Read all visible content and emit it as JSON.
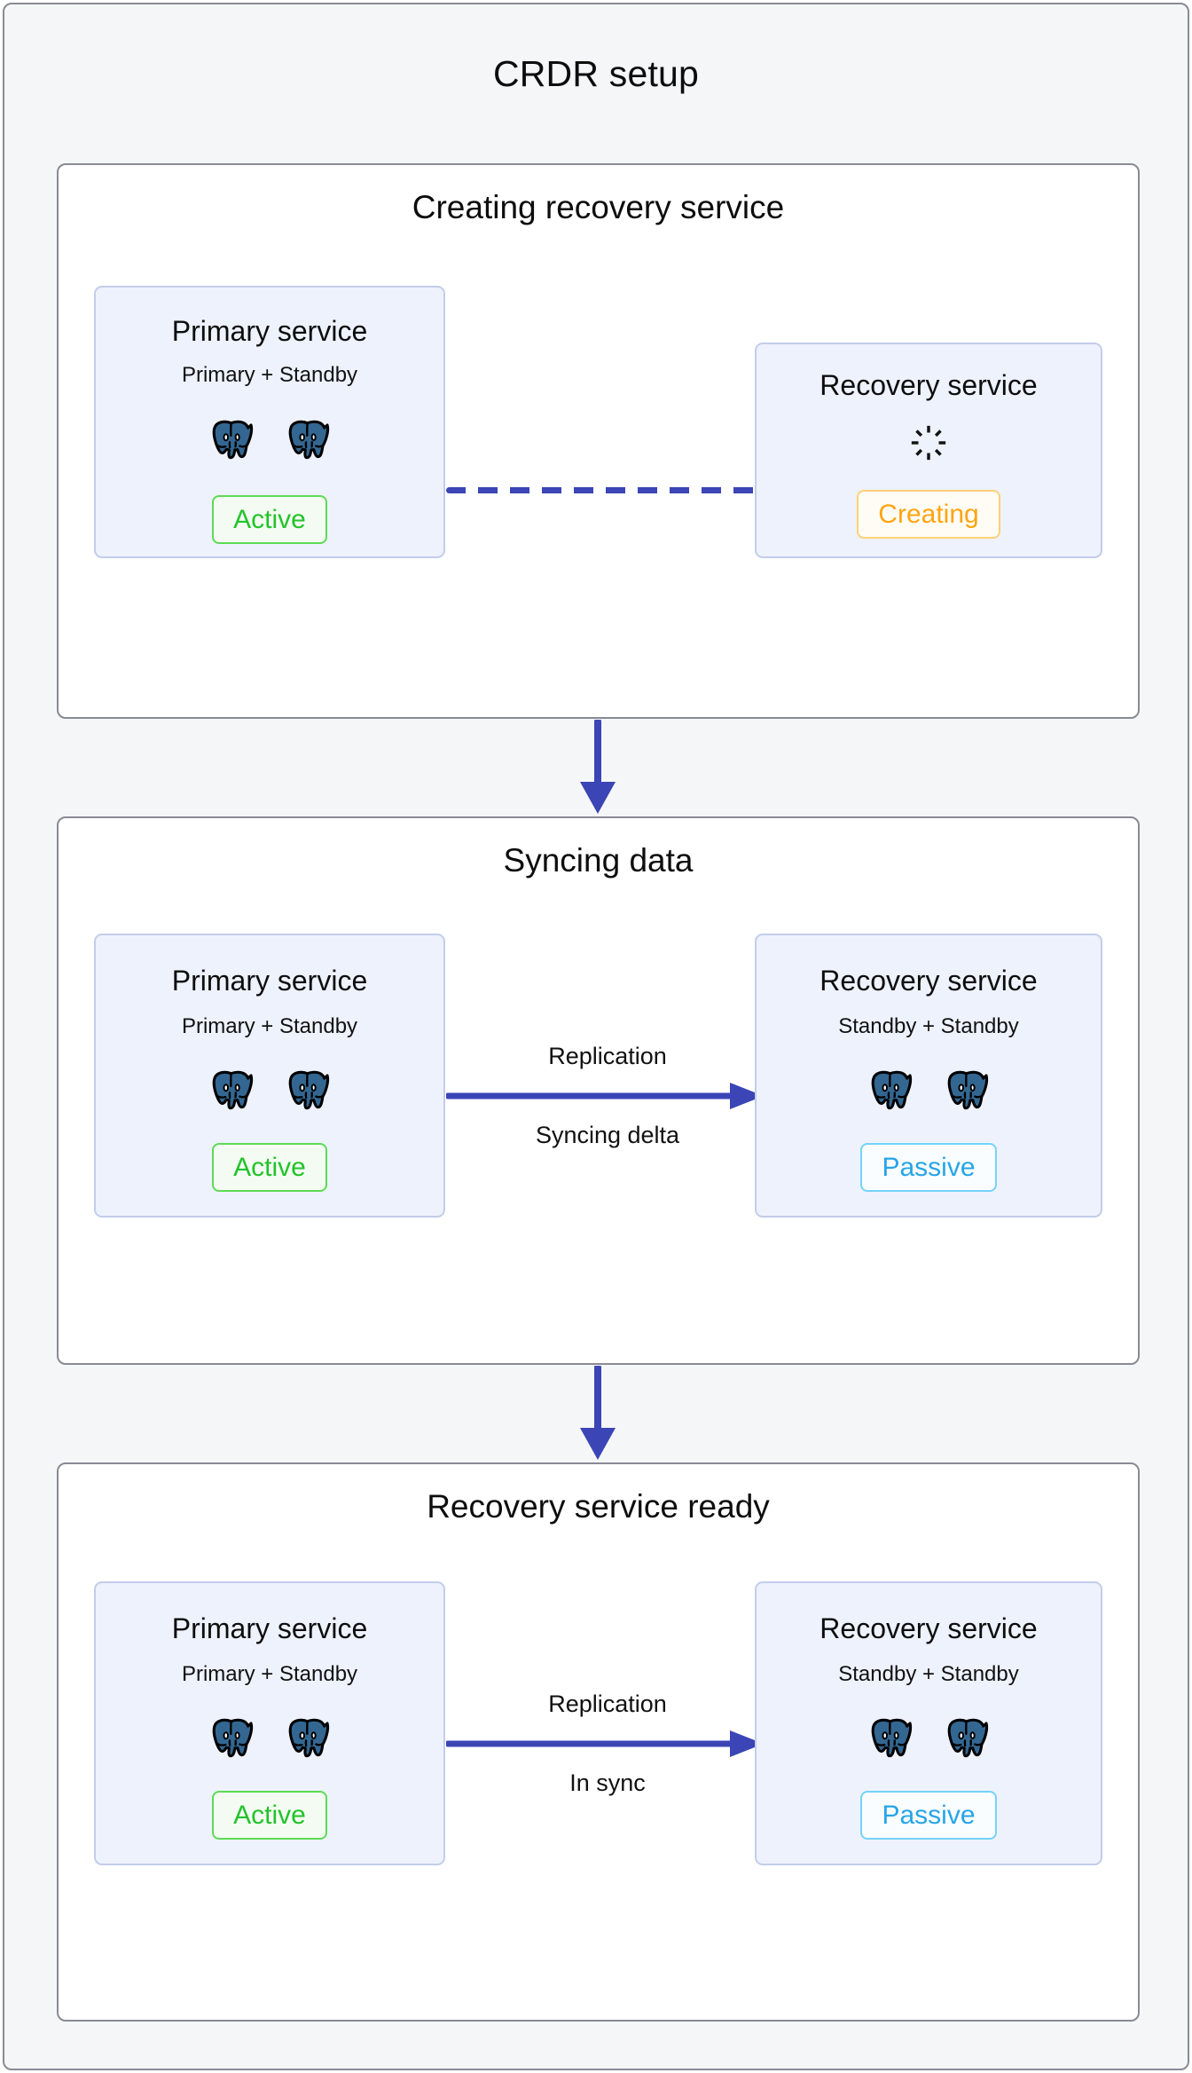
{
  "diagram": {
    "title": "CRDR setup",
    "colors": {
      "page_background": "#f5f6f8",
      "panel_border": "#8a8a95",
      "card_background": "#eef2fd",
      "card_border": "#c3cdea",
      "arrow_blue": "#3b45b5",
      "status_active_green": "#22c32a",
      "status_creating_orange": "#ffa410",
      "status_passive_blue": "#26a4e8",
      "postgres_elephant": "#336791"
    },
    "stages": [
      {
        "id": "creating-recovery-service",
        "title": "Creating recovery service",
        "connector": {
          "style": "dashed",
          "direction": "none",
          "label_above": "",
          "label_below": ""
        },
        "primary": {
          "title": "Primary service",
          "subtitle": "Primary + Standby",
          "node_count": 2,
          "node_icon": "postgres-elephant-icon",
          "status": "Active",
          "status_kind": "active"
        },
        "recovery": {
          "title": "Recovery service",
          "subtitle": "",
          "node_count": 0,
          "node_icon": "loading-spinner-icon",
          "status": "Creating",
          "status_kind": "creating"
        }
      },
      {
        "id": "syncing-data",
        "title": "Syncing data",
        "connector": {
          "style": "solid-arrow",
          "direction": "right",
          "label_above": "Replication",
          "label_below": "Syncing delta"
        },
        "primary": {
          "title": "Primary service",
          "subtitle": "Primary + Standby",
          "node_count": 2,
          "node_icon": "postgres-elephant-icon",
          "status": "Active",
          "status_kind": "active"
        },
        "recovery": {
          "title": "Recovery service",
          "subtitle": "Standby + Standby",
          "node_count": 2,
          "node_icon": "postgres-elephant-icon",
          "status": "Passive",
          "status_kind": "passive"
        }
      },
      {
        "id": "recovery-service-ready",
        "title": "Recovery service ready",
        "connector": {
          "style": "solid-arrow",
          "direction": "right",
          "label_above": "Replication",
          "label_below": "In sync"
        },
        "primary": {
          "title": "Primary service",
          "subtitle": "Primary + Standby",
          "node_count": 2,
          "node_icon": "postgres-elephant-icon",
          "status": "Active",
          "status_kind": "active"
        },
        "recovery": {
          "title": "Recovery service",
          "subtitle": "Standby + Standby",
          "node_count": 2,
          "node_icon": "postgres-elephant-icon",
          "status": "Passive",
          "status_kind": "passive"
        }
      }
    ],
    "step_arrows": [
      {
        "from": "creating-recovery-service",
        "to": "syncing-data",
        "direction": "down"
      },
      {
        "from": "syncing-data",
        "to": "recovery-service-ready",
        "direction": "down"
      }
    ]
  }
}
